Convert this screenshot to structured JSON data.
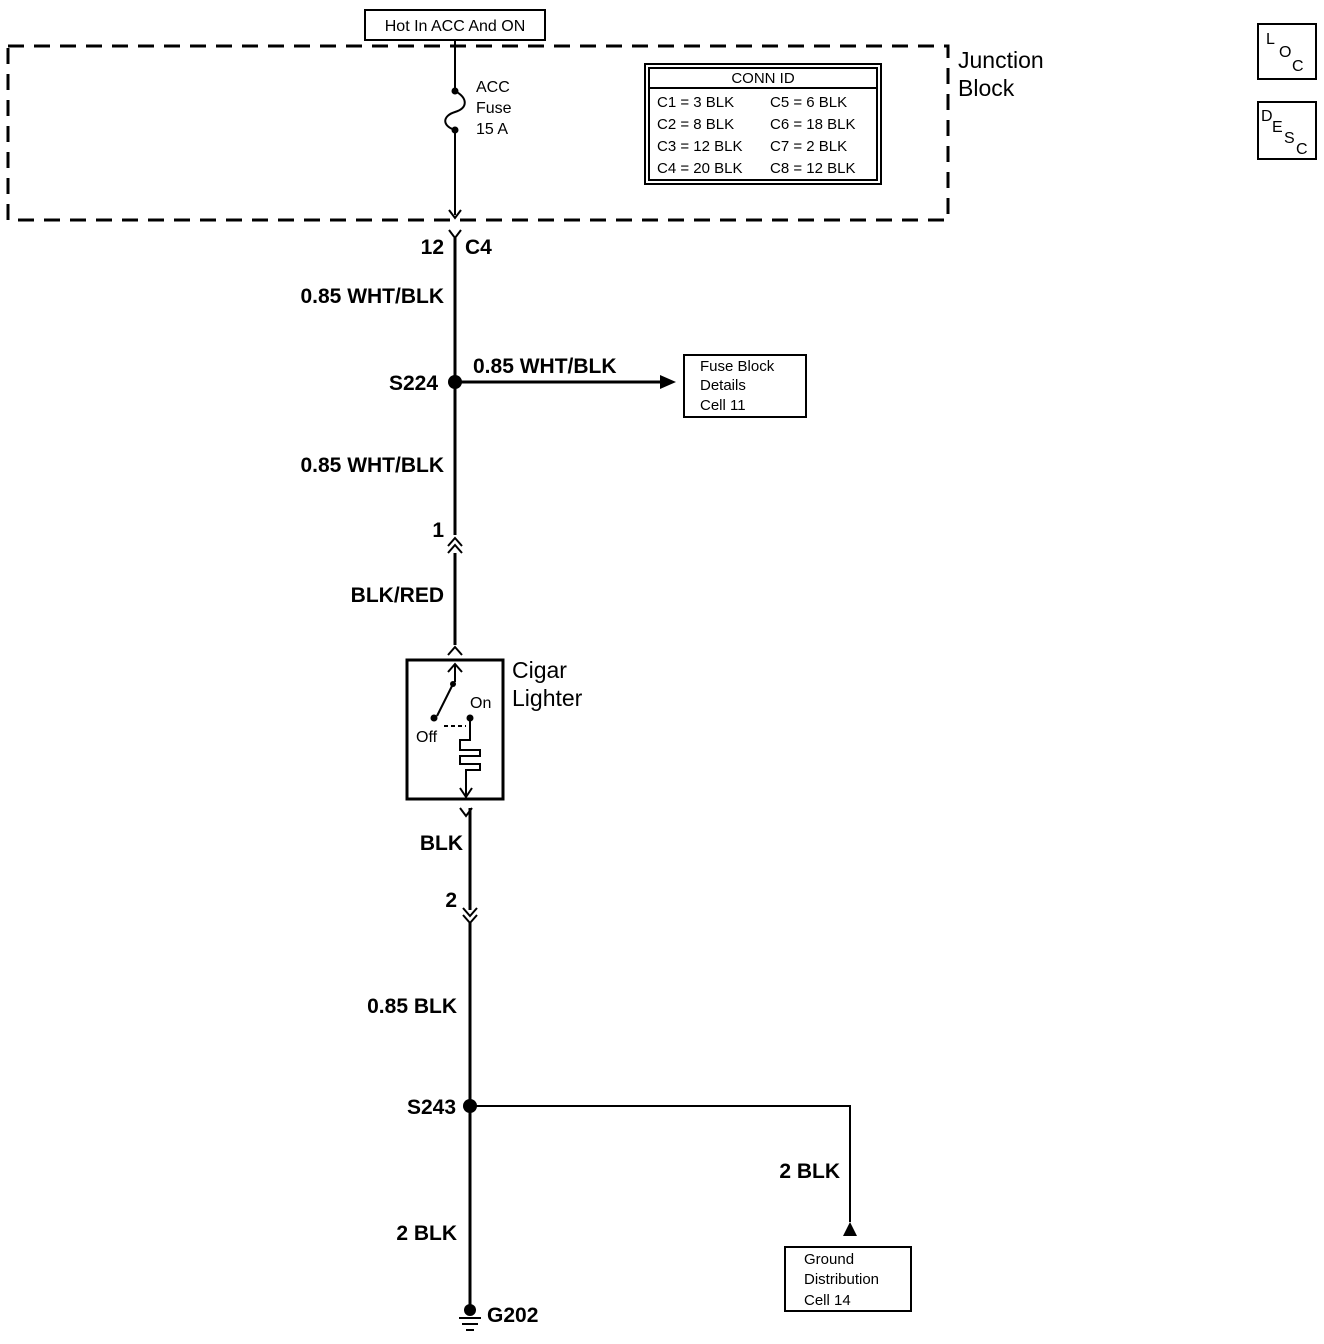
{
  "power_source": "Hot In ACC And ON",
  "junction_block": {
    "line1": "Junction",
    "line2": "Block"
  },
  "fuse": {
    "line1": "ACC",
    "line2": "Fuse",
    "line3": "15 A"
  },
  "conn_id": {
    "title": "CONN ID",
    "rows": [
      [
        "C1 = 3 BLK",
        "C5 = 6 BLK"
      ],
      [
        "C2 = 8 BLK",
        "C6 = 18 BLK"
      ],
      [
        "C3 = 12 BLK",
        "C7 = 2 BLK"
      ],
      [
        "C4 = 20 BLK",
        "C8 = 12 BLK"
      ]
    ]
  },
  "loc_box": {
    "a": "L",
    "b": "O",
    "c": "C"
  },
  "desc_box": {
    "a": "D",
    "b": "E",
    "c": "S",
    "d": "C"
  },
  "connector_c4": {
    "pin": "12",
    "name": "C4"
  },
  "wires": {
    "w1": "0.85 WHT/BLK",
    "branch": "0.85 WHT/BLK",
    "w2": "0.85 WHT/BLK",
    "w3": "BLK/RED",
    "w4": "BLK",
    "w5": "0.85 BLK",
    "w6": "2 BLK",
    "branch2": "2 BLK"
  },
  "splices": {
    "s224": "S224",
    "s243": "S243"
  },
  "fuse_block_ref": {
    "line1": "Fuse Block",
    "line2": "Details",
    "line3": "Cell 11"
  },
  "connector_1": "1",
  "connector_2": "2",
  "cigar_lighter": {
    "line1": "Cigar",
    "line2": "Lighter",
    "on": "On",
    "off": "Off"
  },
  "ground_ref": {
    "line1": "Ground",
    "line2": "Distribution",
    "line3": "Cell 14"
  },
  "ground": "G202"
}
